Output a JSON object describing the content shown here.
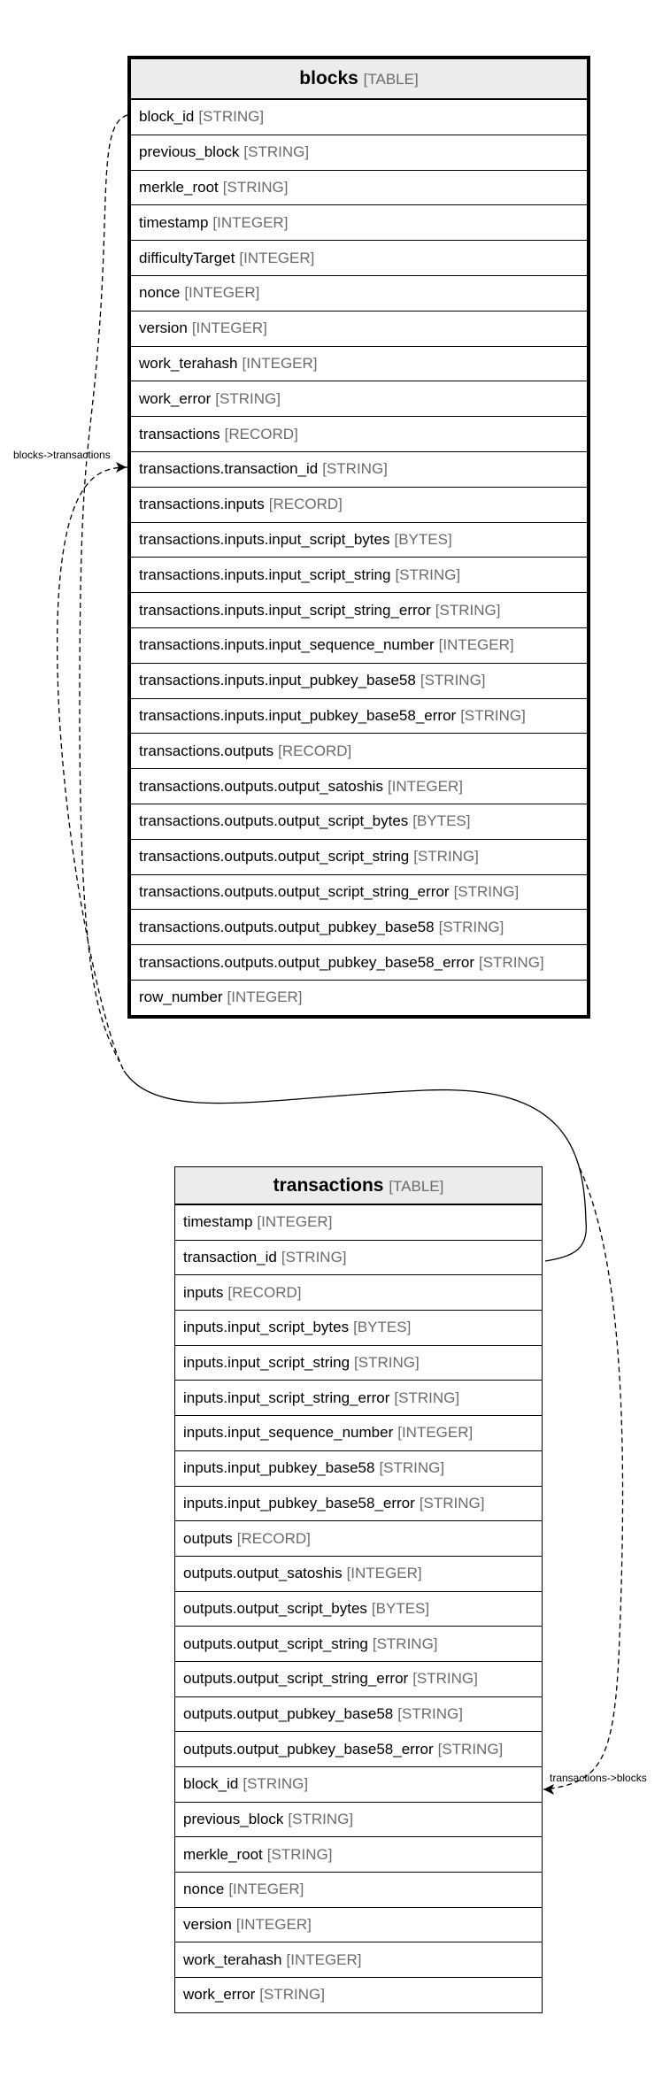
{
  "tables": {
    "blocks": {
      "name": "blocks",
      "kind": "[TABLE]",
      "columns": [
        {
          "name": "block_id",
          "type": "[STRING]"
        },
        {
          "name": "previous_block",
          "type": "[STRING]"
        },
        {
          "name": "merkle_root",
          "type": "[STRING]"
        },
        {
          "name": "timestamp",
          "type": "[INTEGER]"
        },
        {
          "name": "difficultyTarget",
          "type": "[INTEGER]"
        },
        {
          "name": "nonce",
          "type": "[INTEGER]"
        },
        {
          "name": "version",
          "type": "[INTEGER]"
        },
        {
          "name": "work_terahash",
          "type": "[INTEGER]"
        },
        {
          "name": "work_error",
          "type": "[STRING]"
        },
        {
          "name": "transactions",
          "type": "[RECORD]"
        },
        {
          "name": "transactions.transaction_id",
          "type": "[STRING]"
        },
        {
          "name": "transactions.inputs",
          "type": "[RECORD]"
        },
        {
          "name": "transactions.inputs.input_script_bytes",
          "type": "[BYTES]"
        },
        {
          "name": "transactions.inputs.input_script_string",
          "type": "[STRING]"
        },
        {
          "name": "transactions.inputs.input_script_string_error",
          "type": "[STRING]"
        },
        {
          "name": "transactions.inputs.input_sequence_number",
          "type": "[INTEGER]"
        },
        {
          "name": "transactions.inputs.input_pubkey_base58",
          "type": "[STRING]"
        },
        {
          "name": "transactions.inputs.input_pubkey_base58_error",
          "type": "[STRING]"
        },
        {
          "name": "transactions.outputs",
          "type": "[RECORD]"
        },
        {
          "name": "transactions.outputs.output_satoshis",
          "type": "[INTEGER]"
        },
        {
          "name": "transactions.outputs.output_script_bytes",
          "type": "[BYTES]"
        },
        {
          "name": "transactions.outputs.output_script_string",
          "type": "[STRING]"
        },
        {
          "name": "transactions.outputs.output_script_string_error",
          "type": "[STRING]"
        },
        {
          "name": "transactions.outputs.output_pubkey_base58",
          "type": "[STRING]"
        },
        {
          "name": "transactions.outputs.output_pubkey_base58_error",
          "type": "[STRING]"
        },
        {
          "name": "row_number",
          "type": "[INTEGER]"
        }
      ]
    },
    "transactions": {
      "name": "transactions",
      "kind": "[TABLE]",
      "columns": [
        {
          "name": "timestamp",
          "type": "[INTEGER]"
        },
        {
          "name": "transaction_id",
          "type": "[STRING]"
        },
        {
          "name": "inputs",
          "type": "[RECORD]"
        },
        {
          "name": "inputs.input_script_bytes",
          "type": "[BYTES]"
        },
        {
          "name": "inputs.input_script_string",
          "type": "[STRING]"
        },
        {
          "name": "inputs.input_script_string_error",
          "type": "[STRING]"
        },
        {
          "name": "inputs.input_sequence_number",
          "type": "[INTEGER]"
        },
        {
          "name": "inputs.input_pubkey_base58",
          "type": "[STRING]"
        },
        {
          "name": "inputs.input_pubkey_base58_error",
          "type": "[STRING]"
        },
        {
          "name": "outputs",
          "type": "[RECORD]"
        },
        {
          "name": "outputs.output_satoshis",
          "type": "[INTEGER]"
        },
        {
          "name": "outputs.output_script_bytes",
          "type": "[BYTES]"
        },
        {
          "name": "outputs.output_script_string",
          "type": "[STRING]"
        },
        {
          "name": "outputs.output_script_string_error",
          "type": "[STRING]"
        },
        {
          "name": "outputs.output_pubkey_base58",
          "type": "[STRING]"
        },
        {
          "name": "outputs.output_pubkey_base58_error",
          "type": "[STRING]"
        },
        {
          "name": "block_id",
          "type": "[STRING]"
        },
        {
          "name": "previous_block",
          "type": "[STRING]"
        },
        {
          "name": "merkle_root",
          "type": "[STRING]"
        },
        {
          "name": "nonce",
          "type": "[INTEGER]"
        },
        {
          "name": "version",
          "type": "[INTEGER]"
        },
        {
          "name": "work_terahash",
          "type": "[INTEGER]"
        },
        {
          "name": "work_error",
          "type": "[STRING]"
        }
      ]
    }
  },
  "edges": {
    "blocks_to_transactions": "blocks->transactions",
    "transactions_to_blocks": "transactions->blocks"
  }
}
